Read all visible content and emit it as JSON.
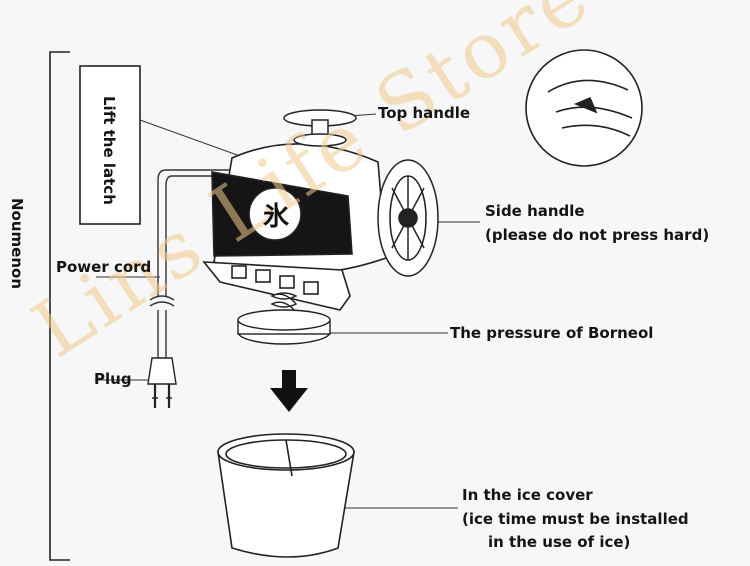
{
  "diagram": {
    "labels": {
      "top_handle": "Top handle",
      "side_handle_line1": "Side handle",
      "side_handle_line2": "(please do not press hard)",
      "lift_latch": "Lift the latch",
      "noumenon": "Noumenon",
      "power_cord": "Power cord",
      "plug": "Plug",
      "pressure": "The pressure of Borneol",
      "ice_cover_line1": "In the ice cover",
      "ice_cover_line2": "(ice time must be installed",
      "ice_cover_line3": "in the use of ice)"
    },
    "body_emblem": "氷",
    "watermark": "Lins Life Store"
  }
}
